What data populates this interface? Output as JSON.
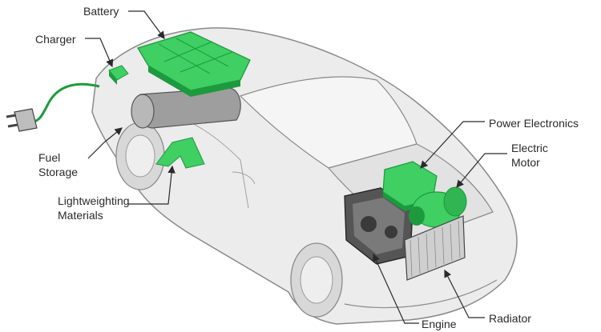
{
  "labels": {
    "battery": "Battery",
    "charger": "Charger",
    "fuel_storage_1": "Fuel",
    "fuel_storage_2": "Storage",
    "lightweighting_1": "Lightweighting",
    "lightweighting_2": "Materials",
    "power_electronics": "Power Electronics",
    "electric_motor_1": "Electric",
    "electric_motor_2": "Motor",
    "radiator": "Radiator",
    "engine": "Engine"
  },
  "colors": {
    "component_green": "#3fcf63",
    "component_dark_green": "#1d9a3e",
    "car_body": "#ececec",
    "car_outline": "#8a8a8a",
    "leader_line": "#2a2a2a"
  }
}
